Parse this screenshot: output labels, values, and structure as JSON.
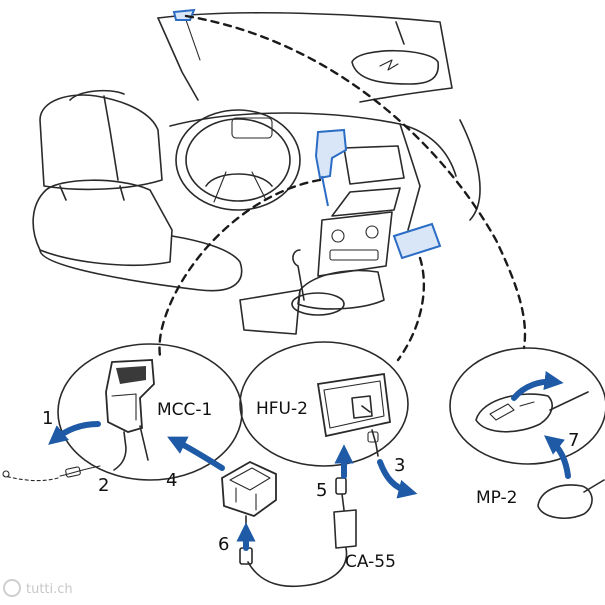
{
  "labels": {
    "mcc": "MCC-1",
    "hfu": "HFU-2",
    "ca": "CA-55",
    "mp": "MP-2"
  },
  "steps": [
    "1",
    "2",
    "3",
    "4",
    "5",
    "6",
    "7"
  ],
  "watermark": "tutti.ch",
  "colors": {
    "line": "#2a2a2a",
    "arrow": "#1f5aa6",
    "highlight": "#2b6cc4"
  }
}
